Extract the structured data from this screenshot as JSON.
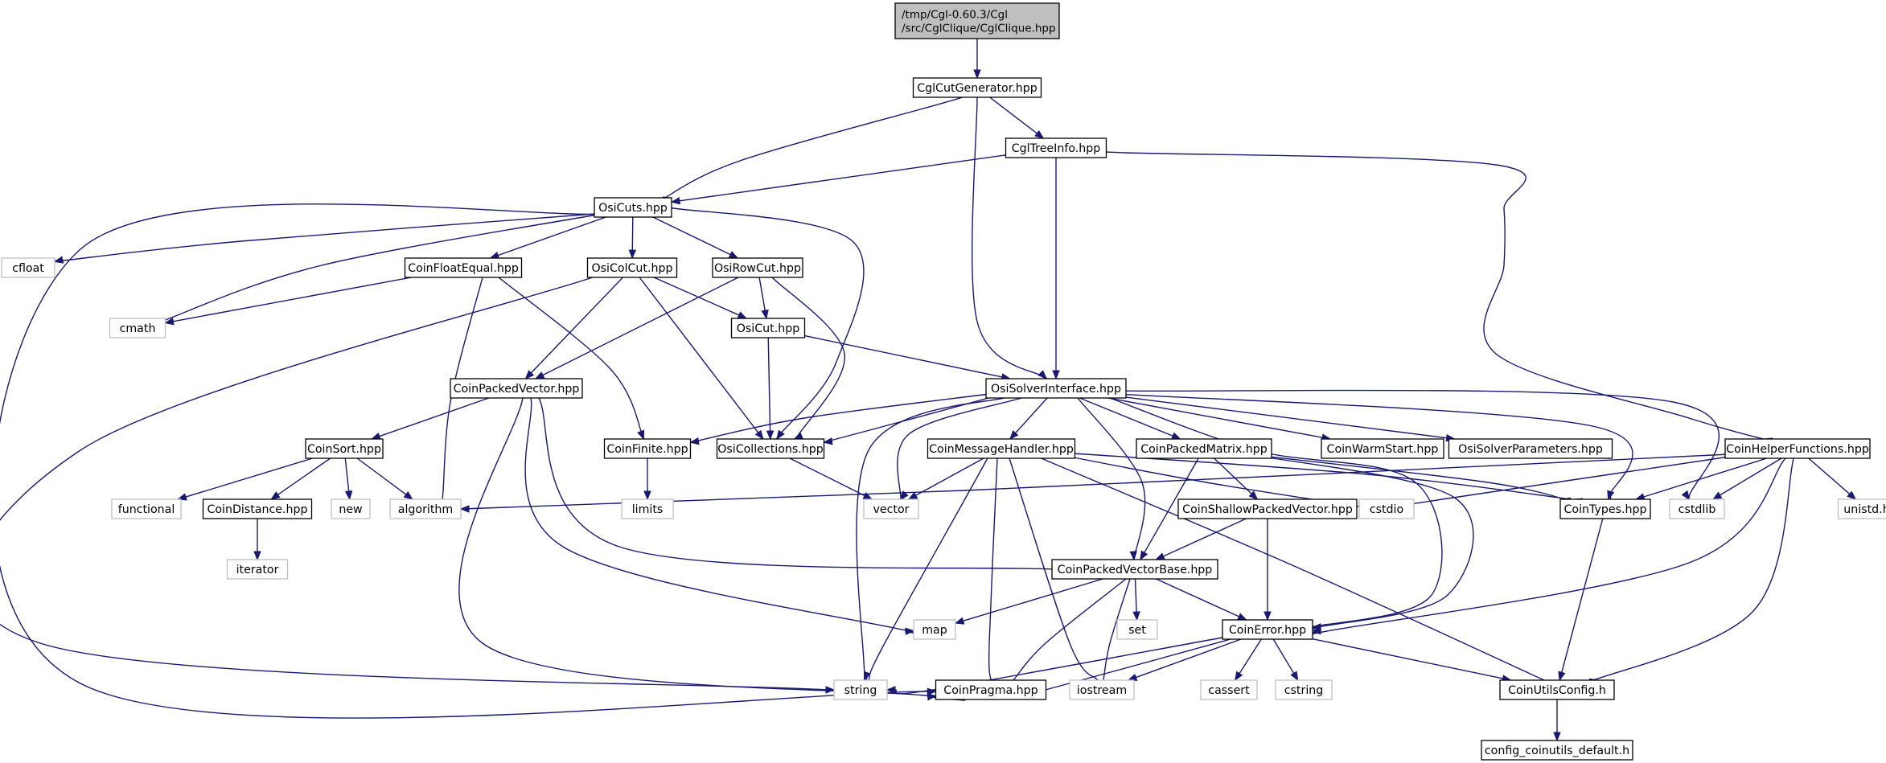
{
  "graph": {
    "colors": {
      "edge": "#191970",
      "node_border": "#000000",
      "system_border": "#bfbfbf",
      "root_fill": "#bfbfbf",
      "fill": "#ffffff"
    },
    "nodes": [
      {
        "id": "root",
        "lines": [
          "/tmp/Cgl-0.60.3/Cgl",
          "/src/CglClique/CglClique.hpp"
        ],
        "kind": "root"
      },
      {
        "id": "CglCutGenerator",
        "lines": [
          "CglCutGenerator.hpp"
        ],
        "kind": "header"
      },
      {
        "id": "CglTreeInfo",
        "lines": [
          "CglTreeInfo.hpp"
        ],
        "kind": "header"
      },
      {
        "id": "OsiCuts",
        "lines": [
          "OsiCuts.hpp"
        ],
        "kind": "header"
      },
      {
        "id": "cfloat",
        "lines": [
          "cfloat"
        ],
        "kind": "system"
      },
      {
        "id": "CoinFloatEqual",
        "lines": [
          "CoinFloatEqual.hpp"
        ],
        "kind": "header"
      },
      {
        "id": "OsiColCut",
        "lines": [
          "OsiColCut.hpp"
        ],
        "kind": "header"
      },
      {
        "id": "OsiRowCut",
        "lines": [
          "OsiRowCut.hpp"
        ],
        "kind": "header"
      },
      {
        "id": "cmath",
        "lines": [
          "cmath"
        ],
        "kind": "system"
      },
      {
        "id": "OsiCut",
        "lines": [
          "OsiCut.hpp"
        ],
        "kind": "header"
      },
      {
        "id": "CoinPackedVector",
        "lines": [
          "CoinPackedVector.hpp"
        ],
        "kind": "header"
      },
      {
        "id": "OsiSolverInterface",
        "lines": [
          "OsiSolverInterface.hpp"
        ],
        "kind": "header"
      },
      {
        "id": "CoinSort",
        "lines": [
          "CoinSort.hpp"
        ],
        "kind": "header"
      },
      {
        "id": "CoinFinite",
        "lines": [
          "CoinFinite.hpp"
        ],
        "kind": "header"
      },
      {
        "id": "OsiCollections",
        "lines": [
          "OsiCollections.hpp"
        ],
        "kind": "header"
      },
      {
        "id": "CoinMessageHandler",
        "lines": [
          "CoinMessageHandler.hpp"
        ],
        "kind": "header"
      },
      {
        "id": "CoinPackedMatrix",
        "lines": [
          "CoinPackedMatrix.hpp"
        ],
        "kind": "header"
      },
      {
        "id": "CoinWarmStart",
        "lines": [
          "CoinWarmStart.hpp"
        ],
        "kind": "header"
      },
      {
        "id": "OsiSolverParameters",
        "lines": [
          "OsiSolverParameters.hpp"
        ],
        "kind": "header"
      },
      {
        "id": "CoinHelperFunctions",
        "lines": [
          "CoinHelperFunctions.hpp"
        ],
        "kind": "header"
      },
      {
        "id": "functional",
        "lines": [
          "functional"
        ],
        "kind": "system"
      },
      {
        "id": "CoinDistance",
        "lines": [
          "CoinDistance.hpp"
        ],
        "kind": "header"
      },
      {
        "id": "new",
        "lines": [
          "new"
        ],
        "kind": "system"
      },
      {
        "id": "algorithm",
        "lines": [
          "algorithm"
        ],
        "kind": "system"
      },
      {
        "id": "limits",
        "lines": [
          "limits"
        ],
        "kind": "system"
      },
      {
        "id": "vector",
        "lines": [
          "vector"
        ],
        "kind": "system"
      },
      {
        "id": "CoinShallowPackedVector",
        "lines": [
          "CoinShallowPackedVector.hpp"
        ],
        "kind": "header"
      },
      {
        "id": "cstdio",
        "lines": [
          "cstdio"
        ],
        "kind": "system"
      },
      {
        "id": "CoinTypes",
        "lines": [
          "CoinTypes.hpp"
        ],
        "kind": "header"
      },
      {
        "id": "cstdlib",
        "lines": [
          "cstdlib"
        ],
        "kind": "system"
      },
      {
        "id": "unistd",
        "lines": [
          "unistd.h"
        ],
        "kind": "system"
      },
      {
        "id": "iterator",
        "lines": [
          "iterator"
        ],
        "kind": "system"
      },
      {
        "id": "CoinPackedVectorBase",
        "lines": [
          "CoinPackedVectorBase.hpp"
        ],
        "kind": "header"
      },
      {
        "id": "map",
        "lines": [
          "map"
        ],
        "kind": "system"
      },
      {
        "id": "set",
        "lines": [
          "set"
        ],
        "kind": "system"
      },
      {
        "id": "CoinError",
        "lines": [
          "CoinError.hpp"
        ],
        "kind": "header"
      },
      {
        "id": "string",
        "lines": [
          "string"
        ],
        "kind": "system"
      },
      {
        "id": "CoinPragma",
        "lines": [
          "CoinPragma.hpp"
        ],
        "kind": "header"
      },
      {
        "id": "iostream",
        "lines": [
          "iostream"
        ],
        "kind": "system"
      },
      {
        "id": "cassert",
        "lines": [
          "cassert"
        ],
        "kind": "system"
      },
      {
        "id": "cstring",
        "lines": [
          "cstring"
        ],
        "kind": "system"
      },
      {
        "id": "CoinUtilsConfig",
        "lines": [
          "CoinUtilsConfig.h"
        ],
        "kind": "header"
      },
      {
        "id": "config_coinutils_default",
        "lines": [
          "config_coinutils_default.h"
        ],
        "kind": "header"
      }
    ],
    "edges": [
      [
        "root",
        "CglCutGenerator"
      ],
      [
        "CglCutGenerator",
        "OsiCuts"
      ],
      [
        "CglCutGenerator",
        "CglTreeInfo"
      ],
      [
        "CglCutGenerator",
        "OsiSolverInterface"
      ],
      [
        "CglTreeInfo",
        "OsiCuts"
      ],
      [
        "CglTreeInfo",
        "OsiSolverInterface"
      ],
      [
        "CglTreeInfo",
        "CoinHelperFunctions"
      ],
      [
        "OsiCuts",
        "cfloat"
      ],
      [
        "OsiCuts",
        "CoinFloatEqual"
      ],
      [
        "OsiCuts",
        "OsiColCut"
      ],
      [
        "OsiCuts",
        "OsiRowCut"
      ],
      [
        "OsiCuts",
        "cmath"
      ],
      [
        "OsiCuts",
        "OsiCollections"
      ],
      [
        "OsiCuts",
        "CoinPragma"
      ],
      [
        "CoinFloatEqual",
        "cmath"
      ],
      [
        "CoinFloatEqual",
        "algorithm"
      ],
      [
        "CoinFloatEqual",
        "CoinFinite"
      ],
      [
        "OsiColCut",
        "OsiCut"
      ],
      [
        "OsiColCut",
        "CoinPackedVector"
      ],
      [
        "OsiColCut",
        "OsiCollections"
      ],
      [
        "OsiColCut",
        "string"
      ],
      [
        "OsiRowCut",
        "OsiCut"
      ],
      [
        "OsiRowCut",
        "CoinPackedVector"
      ],
      [
        "OsiRowCut",
        "OsiCollections"
      ],
      [
        "OsiCut",
        "OsiCollections"
      ],
      [
        "OsiCut",
        "OsiSolverInterface"
      ],
      [
        "CoinPackedVector",
        "CoinSort"
      ],
      [
        "CoinPackedVector",
        "map"
      ],
      [
        "CoinPackedVector",
        "CoinPackedVectorBase"
      ],
      [
        "CoinPackedVector",
        "CoinPragma"
      ],
      [
        "CoinSort",
        "functional"
      ],
      [
        "CoinSort",
        "CoinDistance"
      ],
      [
        "CoinSort",
        "new"
      ],
      [
        "CoinSort",
        "algorithm"
      ],
      [
        "CoinDistance",
        "iterator"
      ],
      [
        "CoinFinite",
        "limits"
      ],
      [
        "OsiCollections",
        "vector"
      ],
      [
        "OsiSolverInterface",
        "CoinFinite"
      ],
      [
        "OsiSolverInterface",
        "OsiCollections"
      ],
      [
        "OsiSolverInterface",
        "string"
      ],
      [
        "OsiSolverInterface",
        "vector"
      ],
      [
        "OsiSolverInterface",
        "CoinMessageHandler"
      ],
      [
        "OsiSolverInterface",
        "CoinPackedVectorBase"
      ],
      [
        "OsiSolverInterface",
        "CoinPackedMatrix"
      ],
      [
        "OsiSolverInterface",
        "CoinWarmStart"
      ],
      [
        "OsiSolverInterface",
        "OsiSolverParameters"
      ],
      [
        "OsiSolverInterface",
        "CoinTypes"
      ],
      [
        "OsiSolverInterface",
        "cstdlib"
      ],
      [
        "OsiSolverInterface",
        "CoinError"
      ],
      [
        "CoinMessageHandler",
        "vector"
      ],
      [
        "CoinMessageHandler",
        "string"
      ],
      [
        "CoinMessageHandler",
        "CoinPragma"
      ],
      [
        "CoinMessageHandler",
        "iostream"
      ],
      [
        "CoinMessageHandler",
        "cstdio"
      ],
      [
        "CoinMessageHandler",
        "CoinUtilsConfig"
      ],
      [
        "CoinMessageHandler",
        "CoinTypes"
      ],
      [
        "CoinPackedMatrix",
        "CoinPackedVectorBase"
      ],
      [
        "CoinPackedMatrix",
        "CoinShallowPackedVector"
      ],
      [
        "CoinPackedMatrix",
        "CoinError"
      ],
      [
        "CoinPackedMatrix",
        "CoinTypes"
      ],
      [
        "CoinShallowPackedVector",
        "CoinPackedVectorBase"
      ],
      [
        "CoinShallowPackedVector",
        "CoinError"
      ],
      [
        "CoinPackedVectorBase",
        "map"
      ],
      [
        "CoinPackedVectorBase",
        "set"
      ],
      [
        "CoinPackedVectorBase",
        "CoinPragma"
      ],
      [
        "CoinPackedVectorBase",
        "CoinError"
      ],
      [
        "CoinPackedVectorBase",
        "iostream"
      ],
      [
        "CoinError",
        "string"
      ],
      [
        "CoinError",
        "CoinPragma"
      ],
      [
        "CoinError",
        "iostream"
      ],
      [
        "CoinError",
        "cassert"
      ],
      [
        "CoinError",
        "cstring"
      ],
      [
        "CoinError",
        "CoinUtilsConfig"
      ],
      [
        "CoinHelperFunctions",
        "algorithm"
      ],
      [
        "CoinHelperFunctions",
        "cstdio"
      ],
      [
        "CoinHelperFunctions",
        "CoinTypes"
      ],
      [
        "CoinHelperFunctions",
        "cstdlib"
      ],
      [
        "CoinHelperFunctions",
        "unistd"
      ],
      [
        "CoinHelperFunctions",
        "CoinError"
      ],
      [
        "CoinHelperFunctions",
        "CoinUtilsConfig"
      ],
      [
        "CoinTypes",
        "CoinUtilsConfig"
      ],
      [
        "CoinUtilsConfig",
        "config_coinutils_default"
      ]
    ]
  }
}
